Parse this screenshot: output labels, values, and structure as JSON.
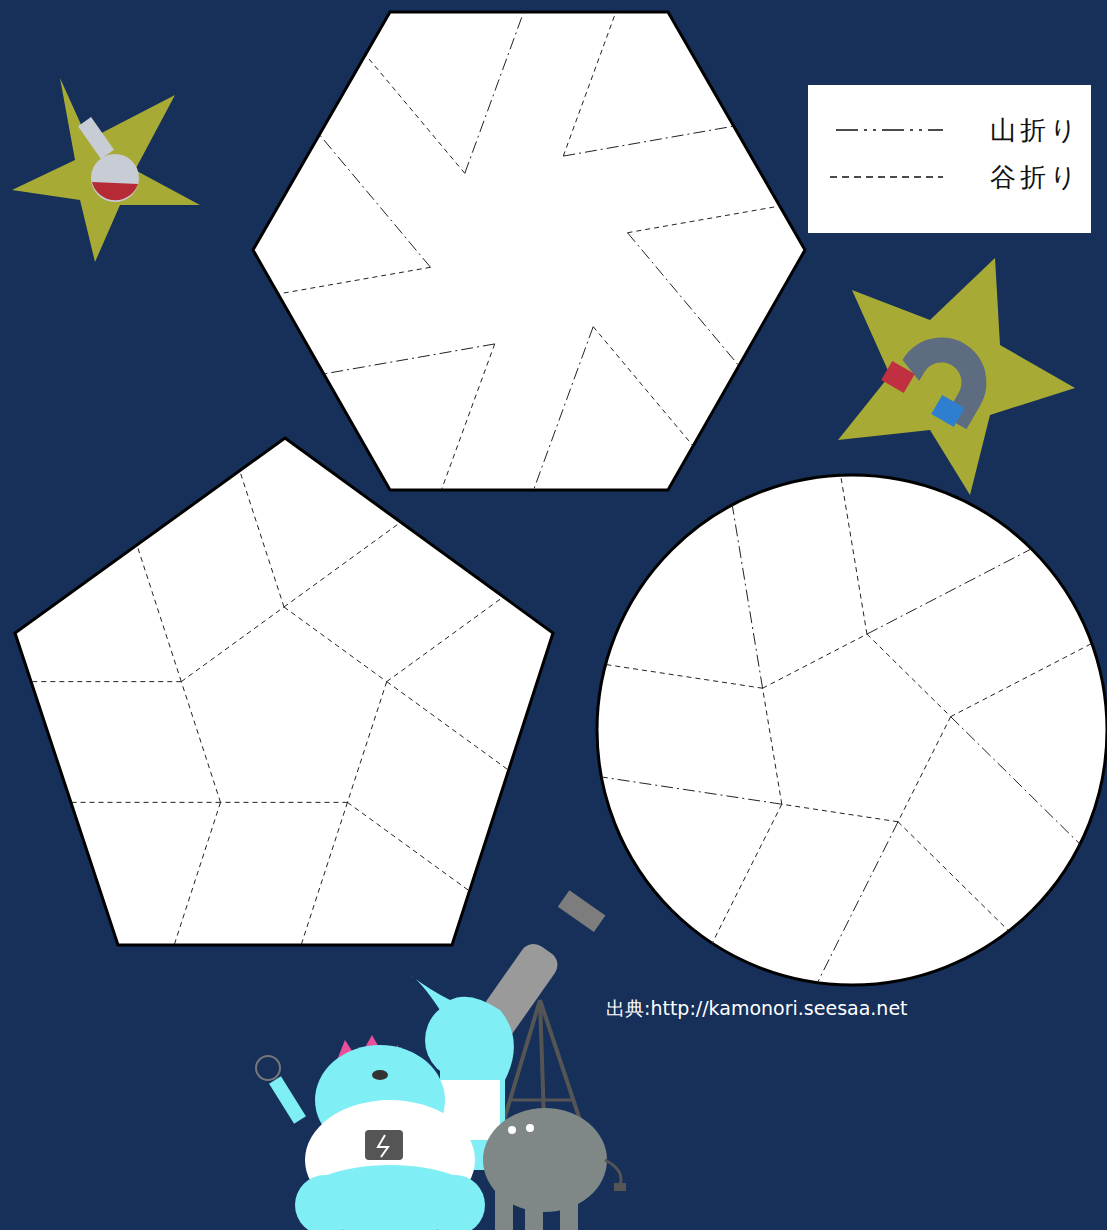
{
  "diagram": {
    "labels": [
      "出典:http://kamonori.seesaa.net"
    ],
    "legend": [
      {
        "text": "山折り"
      },
      {
        "text": "谷折り"
      }
    ]
  }
}
